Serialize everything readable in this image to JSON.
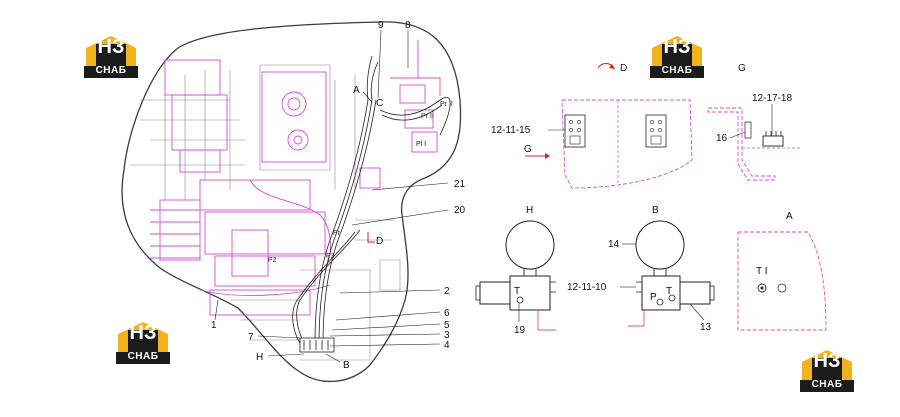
{
  "brand": {
    "mark": "НЗ",
    "name": "СНАБ",
    "accent": "#f2b21c",
    "dark": "#1b1b1b"
  },
  "colors": {
    "drawing": "#d34fd3",
    "lines": "#3a3a3a"
  },
  "main_labels": [
    "9",
    "8",
    "A",
    "C",
    "21",
    "20",
    "D",
    "2",
    "1",
    "6",
    "5",
    "3",
    "4",
    "7",
    "H",
    "B"
  ],
  "main_small_labels": [
    "Pr II",
    "Pr II",
    "Pl I",
    "Pr",
    "P2",
    "P3"
  ],
  "views": {
    "D": {
      "title": "D",
      "callout": "12-11-15",
      "arrow_label": "G"
    },
    "G": {
      "title": "G",
      "callout_top": "12-17-18",
      "callout_side": "16"
    },
    "H": {
      "title": "H",
      "callout": "19",
      "port": "T"
    },
    "B": {
      "title": "B",
      "callout_top": "14",
      "callout_left": "12-11-10",
      "callout_bottom": "13",
      "port_p": "P",
      "port_t": "T"
    },
    "A": {
      "title": "A",
      "port": "T I"
    }
  }
}
